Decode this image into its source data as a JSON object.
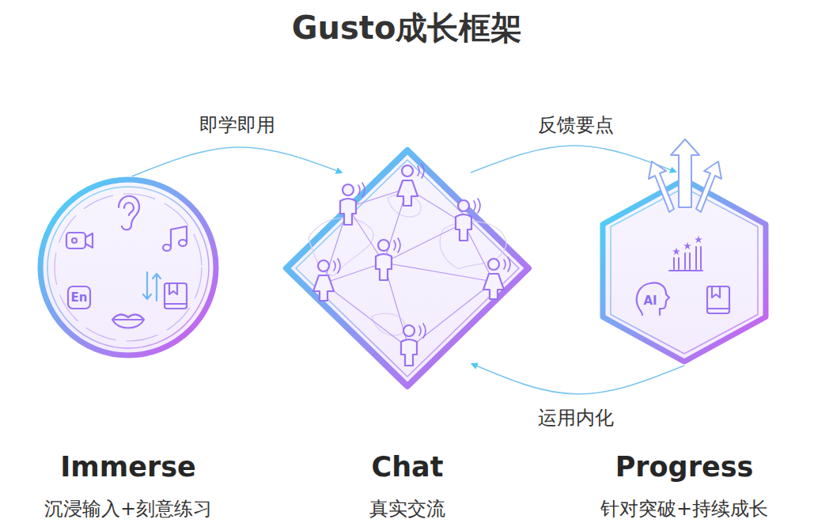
{
  "diagram": {
    "title": "Gusto成长框架",
    "nodes": [
      {
        "text": [
          "Immerse",
          "沉浸输入+刻意练习"
        ]
      },
      {
        "text": [
          "Chat",
          "真实交流"
        ]
      },
      {
        "text": [
          "Progress",
          "针对突破+持续成长"
        ]
      }
    ],
    "edges": [
      {
        "from": 0,
        "to": 1,
        "label": "即学即用",
        "arrow": "to"
      },
      {
        "from": 1,
        "to": 2,
        "label": "反馈要点",
        "arrow": "to"
      },
      {
        "from": 2,
        "to": 1,
        "label": "运用内化",
        "arrow": "to"
      }
    ],
    "labels": [
      "En",
      "AI"
    ]
  }
}
